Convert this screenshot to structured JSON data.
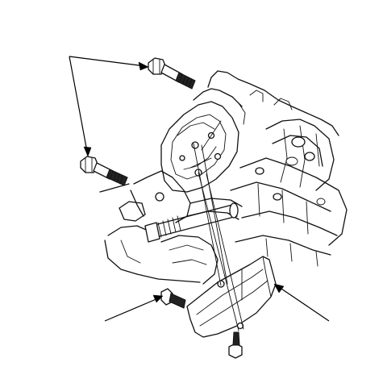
{
  "diagram": {
    "kind": "exploded-view-line-drawing",
    "line_color": "#111111",
    "background": "#ffffff",
    "callouts": [
      {
        "id": "upper-bolts",
        "targets": 2
      },
      {
        "id": "lower-bolt",
        "targets": 1
      },
      {
        "id": "cover-plate",
        "targets": 1
      }
    ]
  }
}
